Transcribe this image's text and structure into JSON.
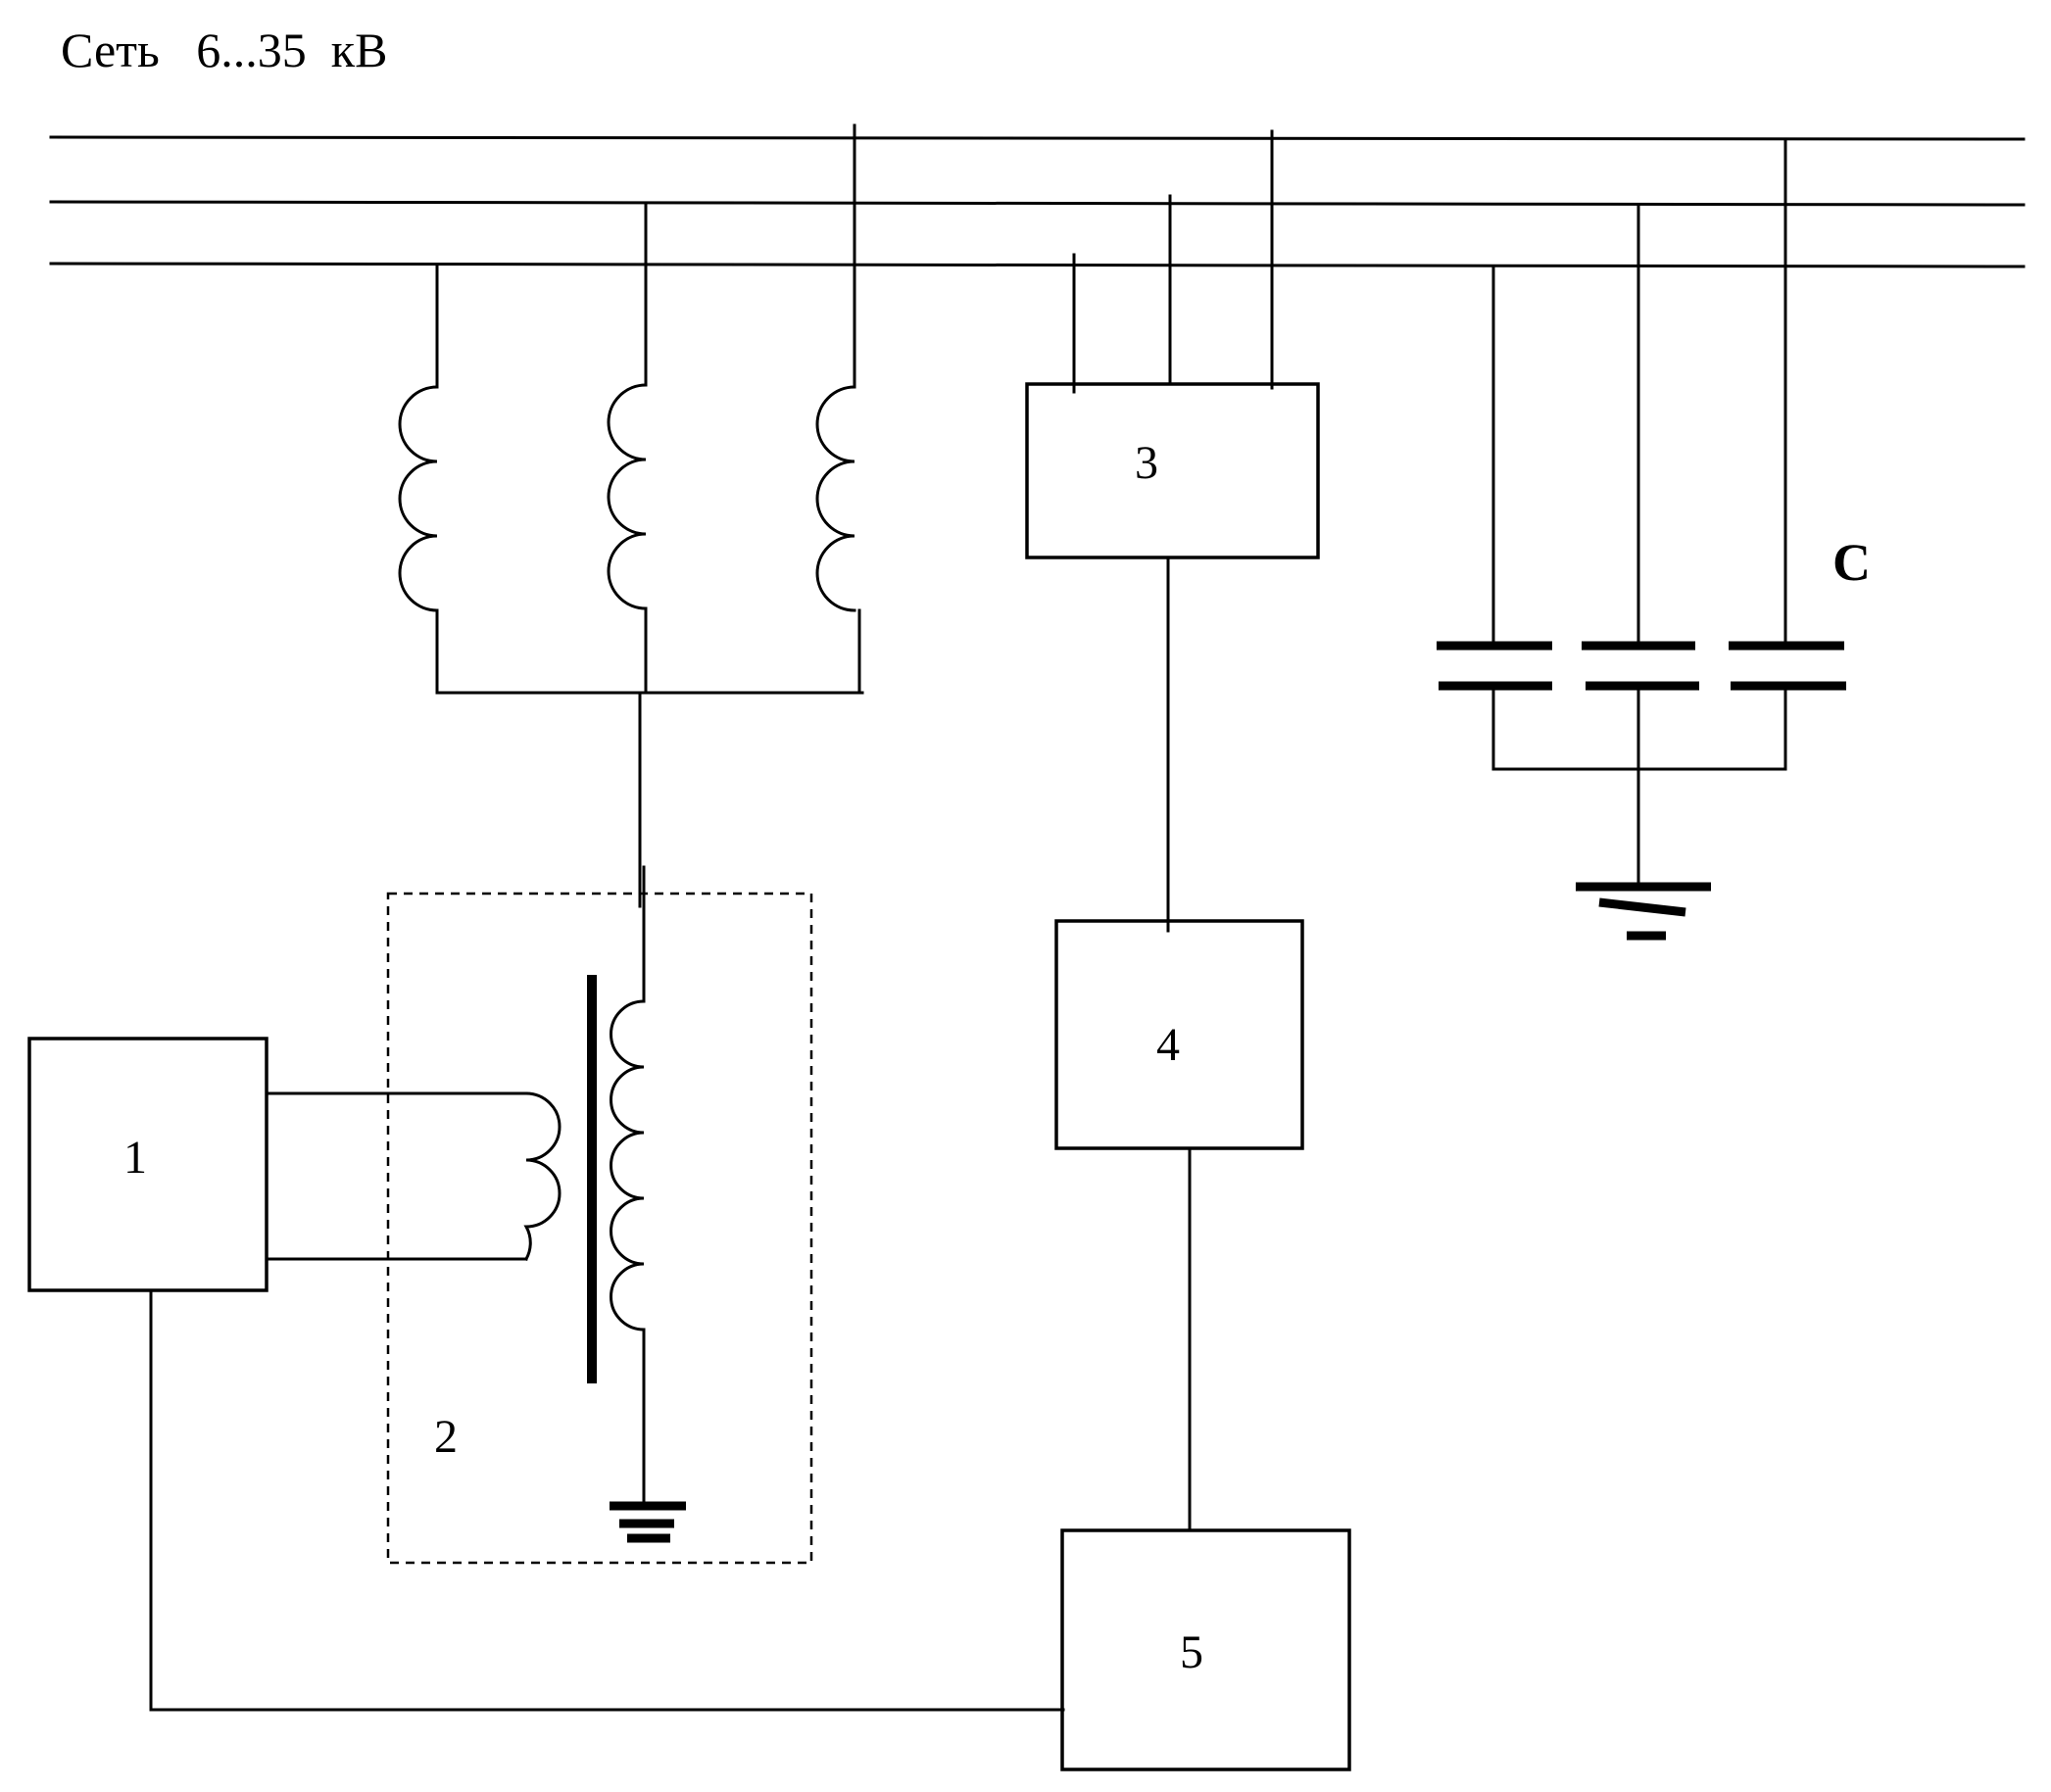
{
  "title": "Сеть   6...35  кВ",
  "capacitance_label": "C",
  "blocks": {
    "b1": "1",
    "b2": "2",
    "b3": "3",
    "b4": "4",
    "b5": "5"
  }
}
